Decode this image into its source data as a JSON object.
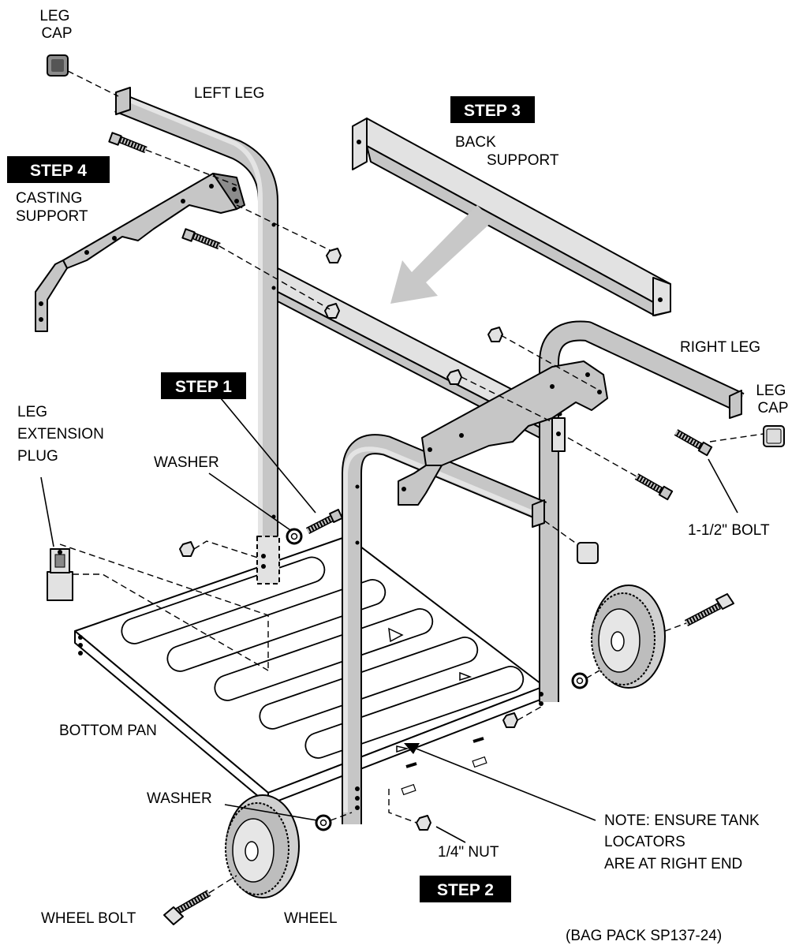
{
  "labels": {
    "leg_cap_top": [
      "LEG",
      "CAP"
    ],
    "left_leg": "LEFT LEG",
    "back_support": [
      "BACK",
      "SUPPORT"
    ],
    "casting_support": [
      "CASTING",
      "SUPPORT"
    ],
    "right_leg": "RIGHT LEG",
    "leg_cap_right": [
      "LEG",
      "CAP"
    ],
    "leg_extension_plug": [
      "LEG",
      "EXTENSION",
      "PLUG"
    ],
    "washer_upper": "WASHER",
    "bolt_1_5": "1-1/2\" BOLT",
    "bottom_pan": "BOTTOM PAN",
    "washer_lower": "WASHER",
    "quarter_nut": "1/4\" NUT",
    "note": [
      "NOTE: ENSURE TANK",
      "LOCATORS",
      "ARE AT RIGHT END"
    ],
    "wheel_bolt": "WHEEL BOLT",
    "wheel": "WHEEL",
    "bag_pack": "(BAG PACK SP137-24)"
  },
  "steps": {
    "step1": "STEP 1",
    "step2": "STEP 2",
    "step3": "STEP 3",
    "step4": "STEP 4"
  },
  "colors": {
    "metal": "#c6c6c6",
    "metal_dark": "#8c8c8c",
    "step_box": "#000000",
    "step_text": "#ffffff",
    "arrow": "#c8c8c8"
  }
}
